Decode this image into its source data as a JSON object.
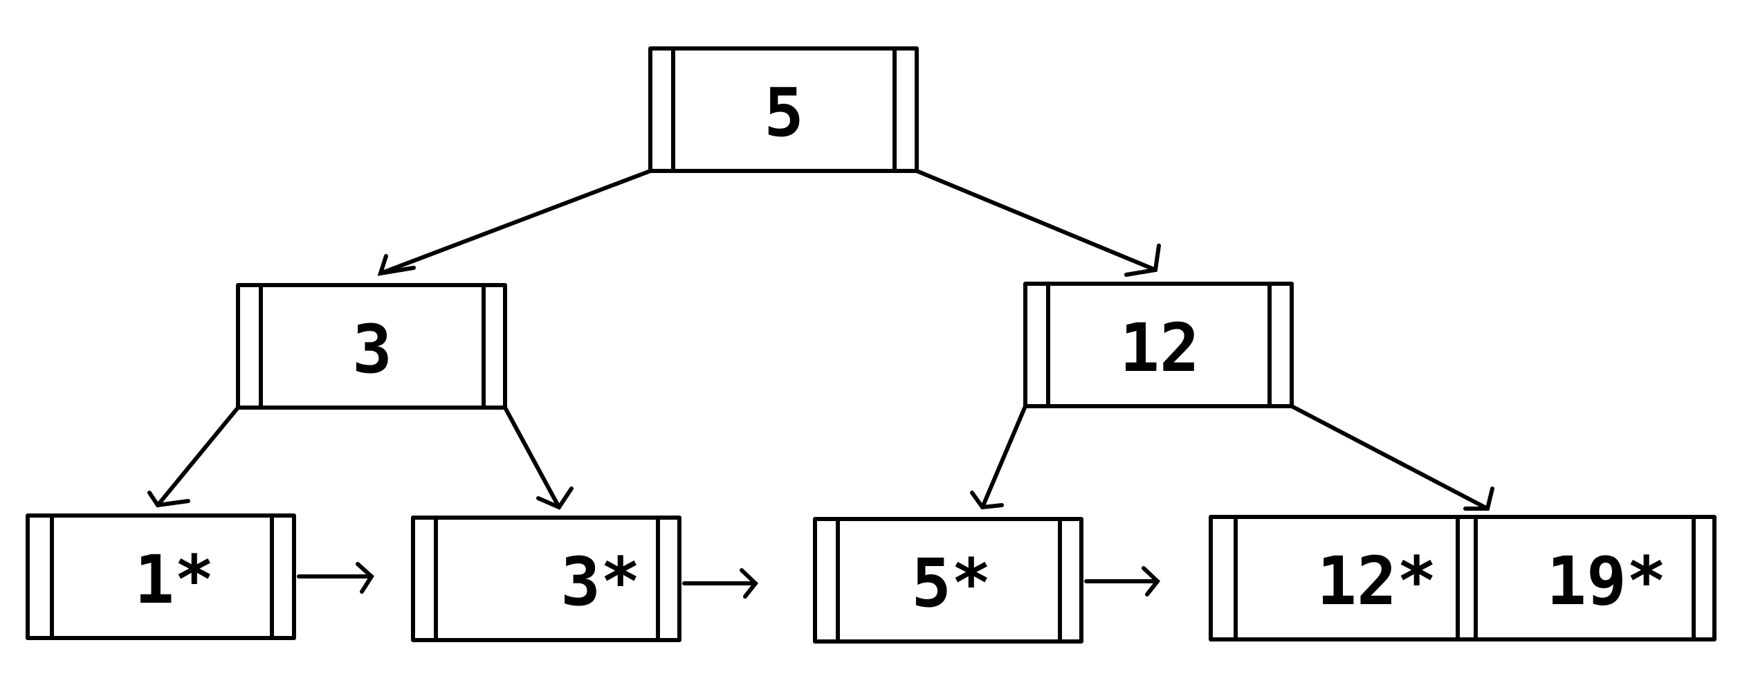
{
  "tree": {
    "root": {
      "key": "5"
    },
    "internal_left": {
      "key": "3"
    },
    "internal_right": {
      "key": "12"
    },
    "leaves": [
      {
        "keys": [
          "1*"
        ]
      },
      {
        "keys": [
          "3*"
        ]
      },
      {
        "keys": [
          "5*"
        ]
      },
      {
        "keys": [
          "12*",
          "19*"
        ]
      }
    ]
  }
}
